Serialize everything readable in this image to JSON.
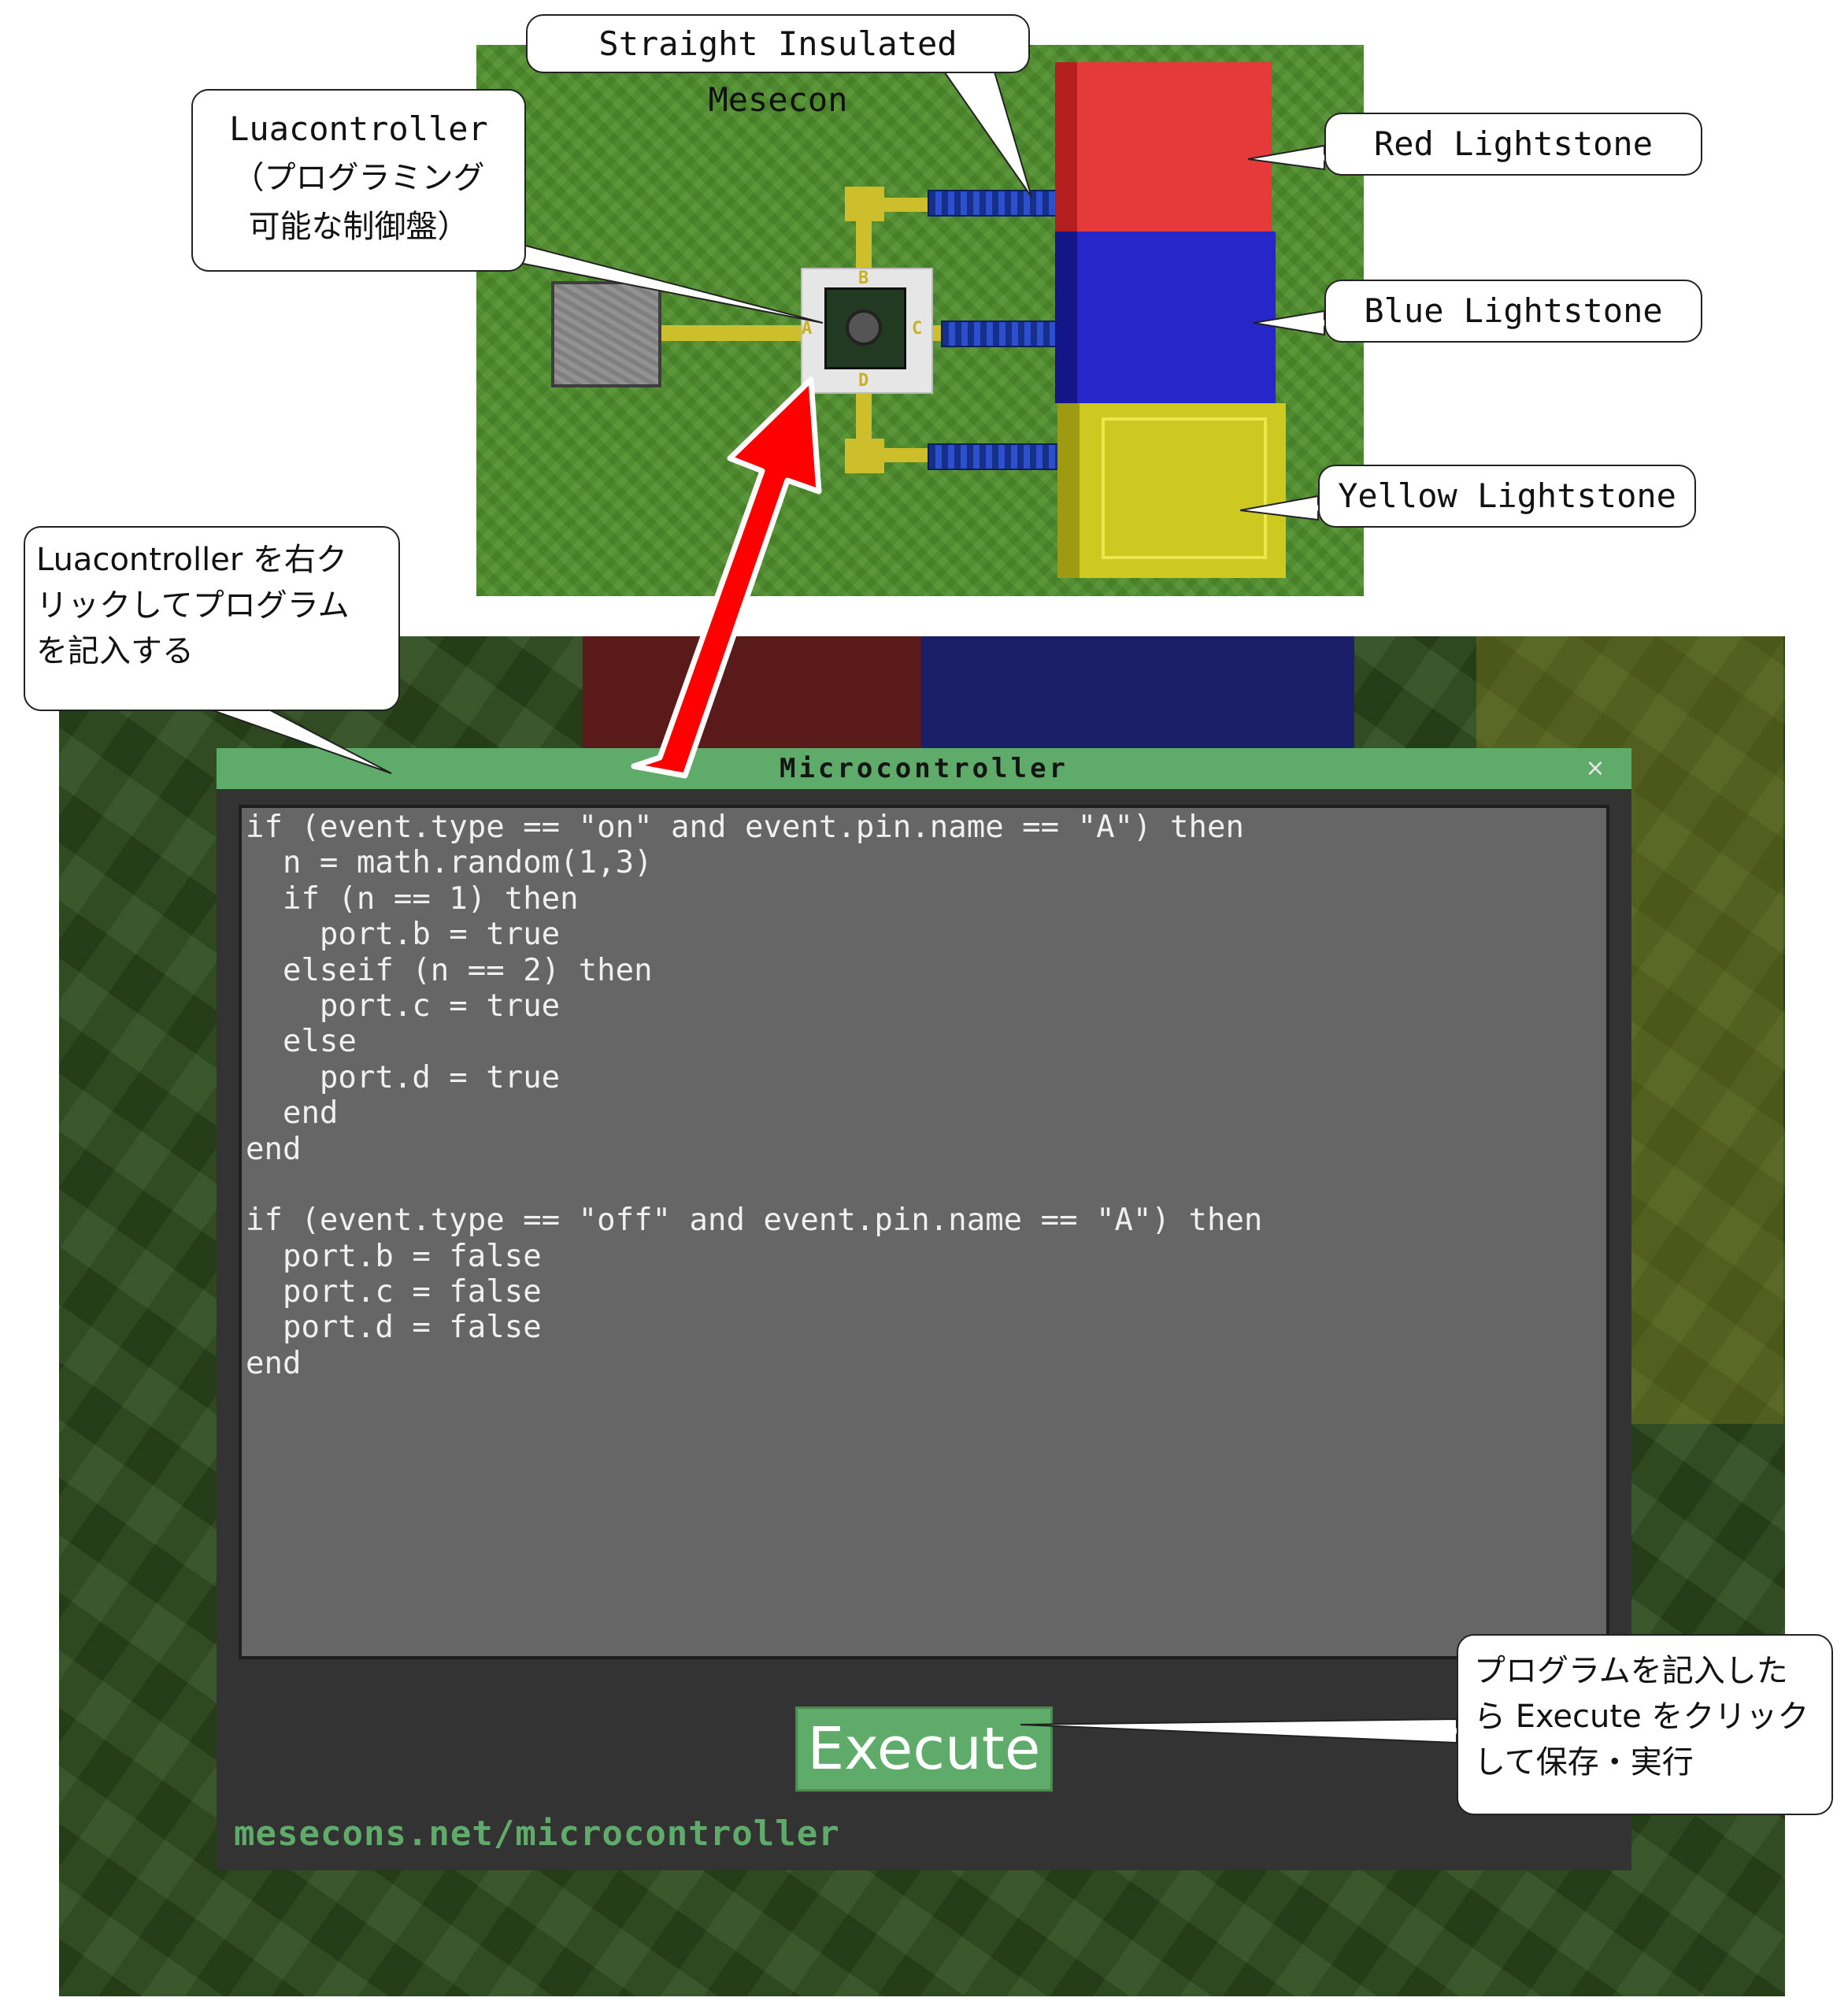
{
  "callouts": {
    "straight_mesecon": "Straight Insulated Mesecon",
    "luacontroller_line1": "Luacontroller",
    "luacontroller_line2": "（プログラミング",
    "luacontroller_line3": "可能な制御盤）",
    "red_lightstone": "Red Lightstone",
    "blue_lightstone": "Blue Lightstone",
    "yellow_lightstone": "Yellow Lightstone",
    "rightclick_line1": "Luacontroller を右ク",
    "rightclick_line2": "リックしてプログラム",
    "rightclick_line3": "を記入する",
    "execute_note_line1": "プログラムを記入した",
    "execute_note_line2": "ら Execute をクリック",
    "execute_note_line3": "して保存・実行"
  },
  "scene": {
    "pin_labels": [
      "B",
      "A",
      "C",
      "D"
    ]
  },
  "dialog": {
    "title": "Microcontroller",
    "close_glyph": "×",
    "code_lines": [
      "if (event.type == \"on\" and event.pin.name == \"A\") then",
      "  n = math.random(1,3)",
      "  if (n == 1) then",
      "    port.b = true",
      "  elseif (n == 2) then",
      "    port.c = true",
      "  else",
      "    port.d = true",
      "  end",
      "end",
      "",
      "if (event.type == \"off\" and event.pin.name == \"A\") then",
      "  port.b = false",
      "  port.c = false",
      "  port.d = false",
      "end"
    ],
    "execute_label": "Execute",
    "footer_link": "mesecons.net/microcontroller"
  },
  "colors": {
    "accent_green": "#5fab6a",
    "arrow_red": "#ff0000",
    "lightstone_red": "#e63a3a",
    "lightstone_blue": "#2626c9",
    "lightstone_yellow": "#cdc920"
  },
  "icons": {
    "close": "close-icon",
    "arrow": "red-arrow-icon"
  }
}
